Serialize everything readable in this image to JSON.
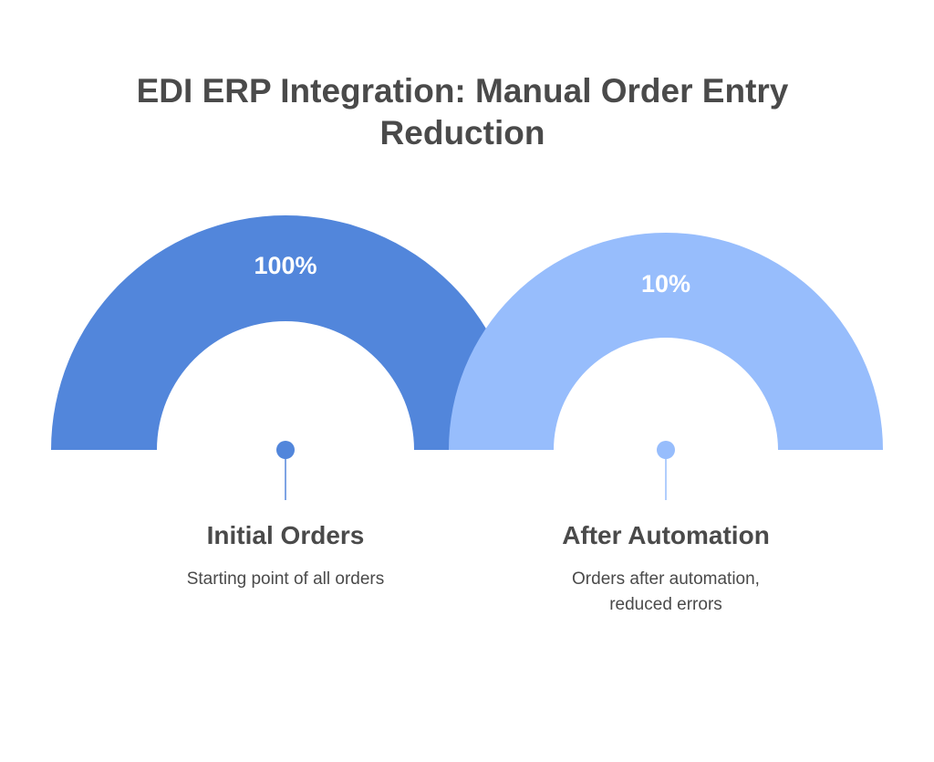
{
  "title": {
    "line1": "EDI ERP Integration: Manual Order Entry",
    "line2": "Reduction"
  },
  "colors": {
    "primary": "#5286db",
    "secondary": "#97bdfc",
    "text": "#4a4a4a",
    "value_text": "#ffffff",
    "background": "#ffffff"
  },
  "chart_data": {
    "type": "gauge-comparison",
    "title": "EDI ERP Integration: Manual Order Entry Reduction",
    "unit": "%",
    "categories": [
      "Initial Orders",
      "After Automation"
    ],
    "values": [
      100,
      10
    ],
    "items": [
      {
        "label": "Initial Orders",
        "value": 100,
        "value_label": "100%",
        "description": "Starting point of all orders",
        "color": "#5286db"
      },
      {
        "label": "After Automation",
        "value": 10,
        "value_label": "10%",
        "description": "Orders after automation, reduced errors",
        "color": "#97bdfc"
      }
    ]
  }
}
